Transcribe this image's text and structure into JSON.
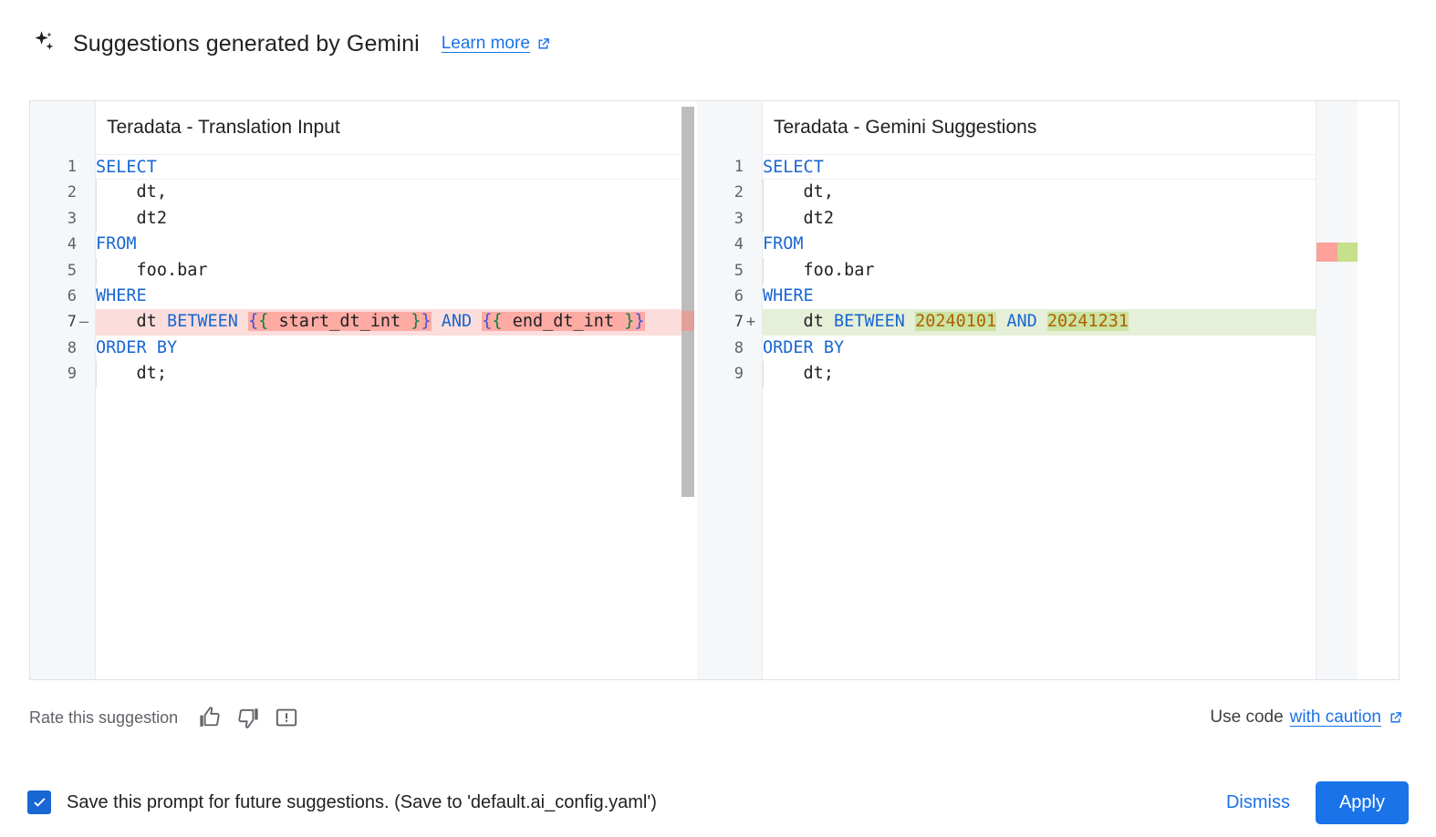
{
  "header": {
    "icon": "gemini-sparkle-icon",
    "title": "Suggestions generated by Gemini",
    "learn_more": "Learn more",
    "learn_more_icon": "open-in-new-icon"
  },
  "editor": {
    "left_pane": {
      "title": "Teradata - Translation Input",
      "lines": [
        {
          "n": "1",
          "marker": "",
          "state": "normal"
        },
        {
          "n": "2",
          "marker": "",
          "state": "normal"
        },
        {
          "n": "3",
          "marker": "",
          "state": "normal"
        },
        {
          "n": "4",
          "marker": "",
          "state": "normal"
        },
        {
          "n": "5",
          "marker": "",
          "state": "normal"
        },
        {
          "n": "6",
          "marker": "",
          "state": "normal"
        },
        {
          "n": "7",
          "marker": "—",
          "state": "deleted"
        },
        {
          "n": "8",
          "marker": "",
          "state": "normal"
        },
        {
          "n": "9",
          "marker": "",
          "state": "normal"
        }
      ],
      "code": [
        "SELECT",
        "    dt,",
        "    dt2",
        "FROM",
        "    foo.bar",
        "WHERE",
        "    dt BETWEEN {{ start_dt_int }} AND {{ end_dt_int }}",
        "ORDER BY",
        "    dt;"
      ]
    },
    "right_pane": {
      "title": "Teradata - Gemini Suggestions",
      "lines": [
        {
          "n": "1",
          "marker": "",
          "state": "normal"
        },
        {
          "n": "2",
          "marker": "",
          "state": "normal"
        },
        {
          "n": "3",
          "marker": "",
          "state": "normal"
        },
        {
          "n": "4",
          "marker": "",
          "state": "normal"
        },
        {
          "n": "5",
          "marker": "",
          "state": "normal"
        },
        {
          "n": "6",
          "marker": "",
          "state": "normal"
        },
        {
          "n": "7",
          "marker": "+",
          "state": "added"
        },
        {
          "n": "8",
          "marker": "",
          "state": "normal"
        },
        {
          "n": "9",
          "marker": "",
          "state": "normal"
        }
      ],
      "code": [
        "SELECT",
        "    dt,",
        "    dt2",
        "FROM",
        "    foo.bar",
        "WHERE",
        "    dt BETWEEN 20240101 AND 20241231",
        "ORDER BY",
        "    dt;"
      ],
      "changed_values": {
        "start": "20240101",
        "end": "20241231"
      }
    },
    "changed_tokens": {
      "start_var": "{{ start_dt_int }}",
      "end_var": "{{ end_dt_int }}"
    }
  },
  "feedback": {
    "label": "Rate this suggestion",
    "thumb_up_icon": "thumb-up-icon",
    "thumb_down_icon": "thumb-down-icon",
    "report_icon": "report-feedback-icon",
    "use_code_prefix": "Use code",
    "use_code_link": "with caution",
    "use_code_icon": "open-in-new-icon"
  },
  "footer": {
    "checkbox_checked": true,
    "checkbox_label": "Save this prompt for future suggestions. (Save to 'default.ai_config.yaml')",
    "dismiss_label": "Dismiss",
    "apply_label": "Apply"
  },
  "colors": {
    "accent": "#1a73e8",
    "keyword": "#1967d2",
    "number_literal": "#b06000",
    "delete_line_bg": "#fbdedb",
    "delete_word_bg": "#fdaba3",
    "add_line_bg": "#e6efd8",
    "add_word_bg": "#cbe3a3"
  }
}
